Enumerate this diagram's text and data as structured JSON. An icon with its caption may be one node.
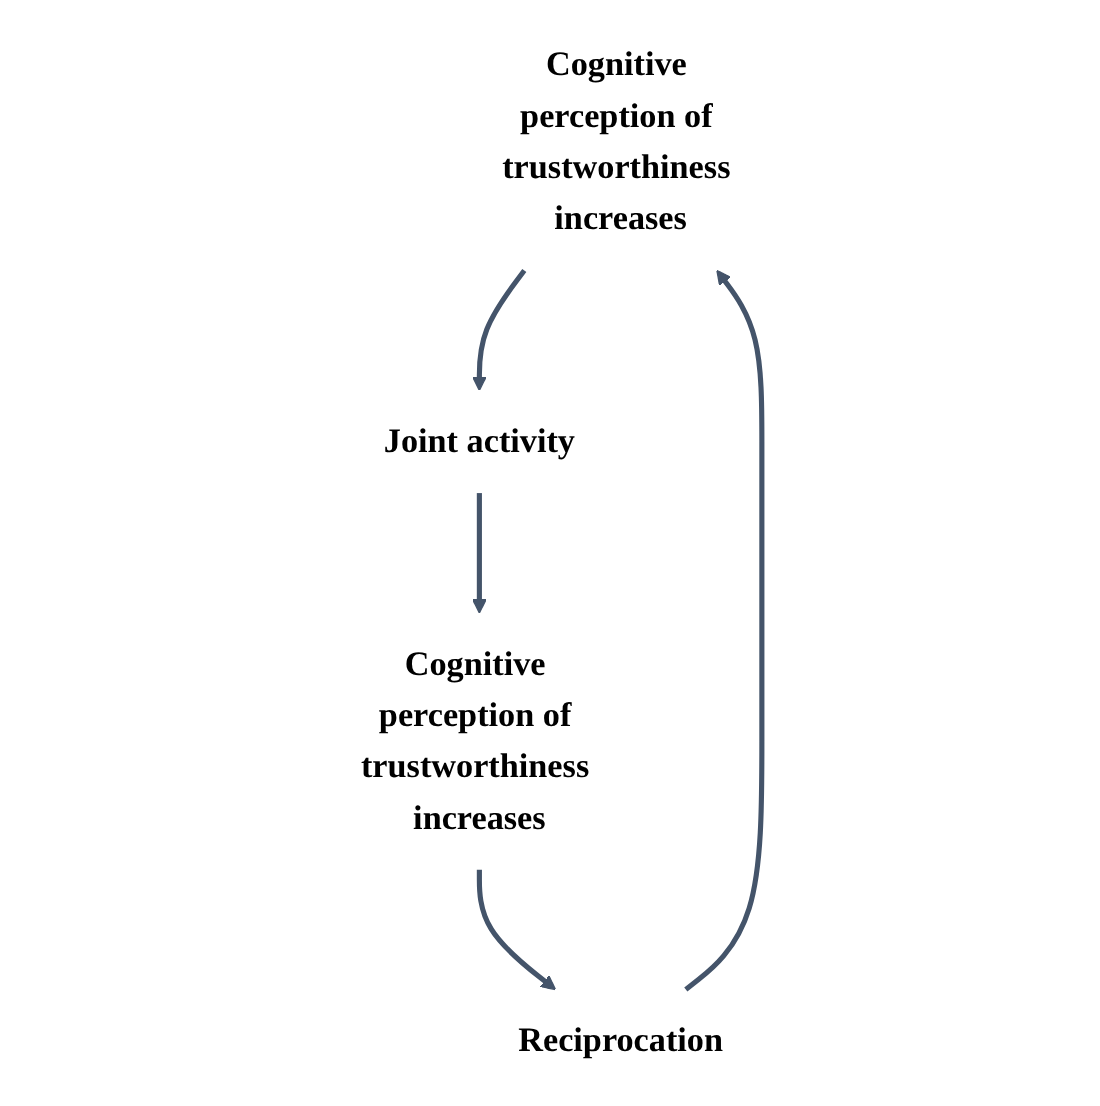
{
  "diagram": {
    "nodes": [
      {
        "text": [
          "Cognitive perception of trustworthiness increases"
        ]
      },
      {
        "text": [
          "Joint activity"
        ]
      },
      {
        "text": [
          "Cognitive perception of trustworthiness increases"
        ]
      },
      {
        "text": [
          "Reciprocation"
        ]
      }
    ],
    "edges": [
      {
        "from": 0,
        "to": 1,
        "arrow": "to"
      },
      {
        "from": 1,
        "to": 2,
        "arrow": "to"
      },
      {
        "from": 2,
        "to": 3,
        "arrow": "to"
      },
      {
        "from": 3,
        "to": 0,
        "arrow": "to"
      }
    ]
  }
}
